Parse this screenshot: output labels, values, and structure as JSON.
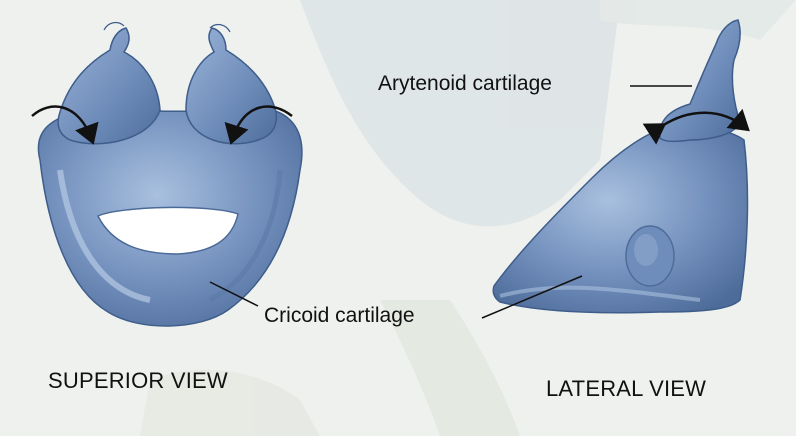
{
  "labels": {
    "arytenoid": "Arytenoid cartilage",
    "cricoid": "Cricoid cartilage",
    "superior_view": "SUPERIOR VIEW",
    "lateral_view": "LATERAL VIEW"
  },
  "colors": {
    "cartilage_fill": "#6f8dba",
    "cartilage_dark": "#4e6c9a",
    "cartilage_light": "#a9c0de",
    "background": "#eef1ee",
    "faded_background_art": "#d6dfe2",
    "arrow": "#111111"
  },
  "icons": {
    "motion_arrows": "curved-arrow-icon"
  }
}
